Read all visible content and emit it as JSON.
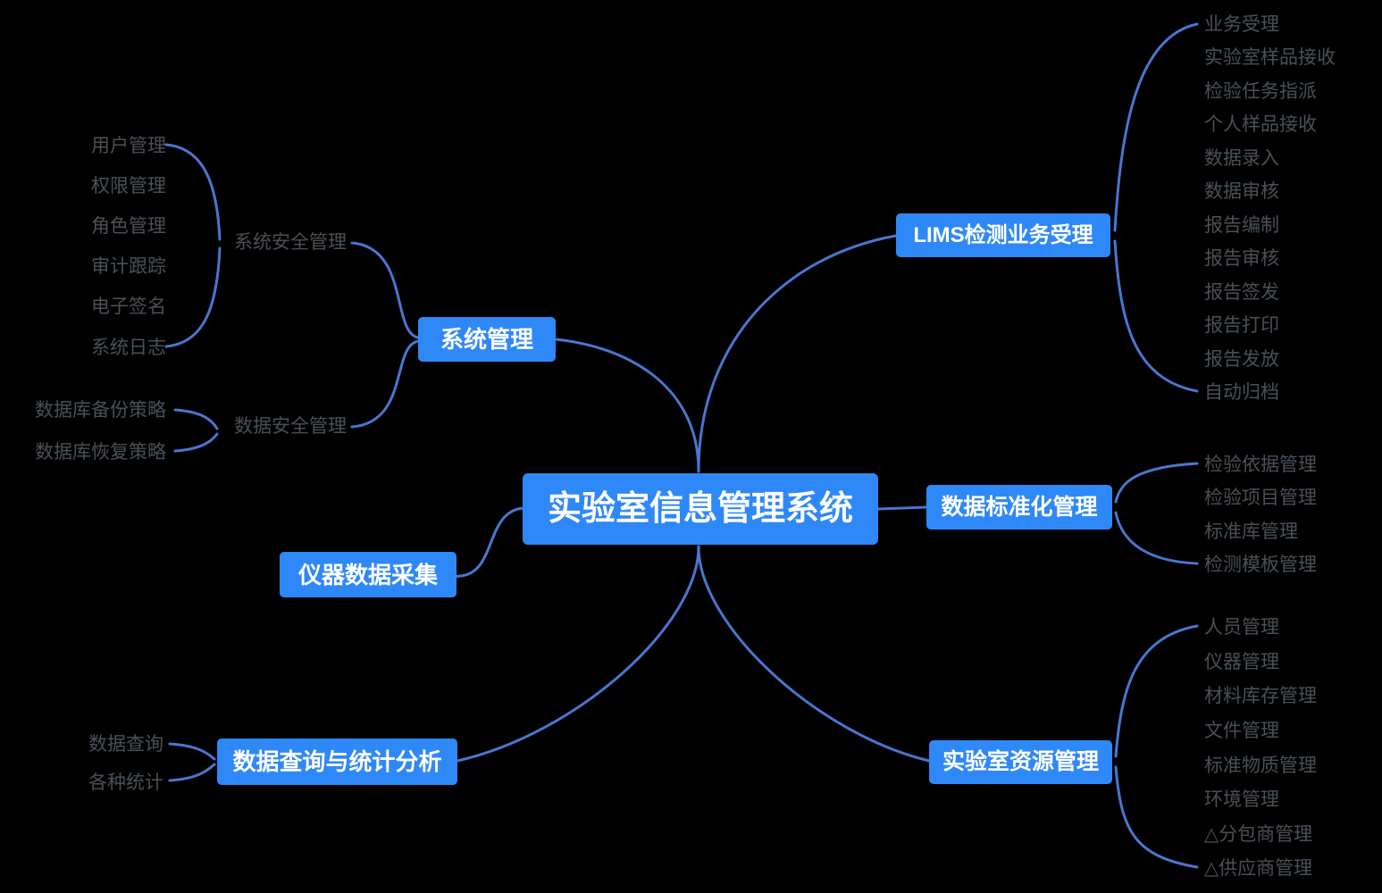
{
  "title": "实验室信息管理系统",
  "colors": {
    "node_bg": "#2f88f7",
    "node_text": "#ffffff",
    "line": "#4a76d0",
    "leaf_text": "#4a5058",
    "background": "#000000"
  },
  "center": {
    "label": "实验室信息管理系统"
  },
  "branches": [
    {
      "id": "system",
      "label": "系统管理",
      "children": [
        {
          "label": "系统安全管理",
          "children": [
            "用户管理",
            "权限管理",
            "角色管理",
            "审计跟踪",
            "电子签名",
            "系统日志"
          ]
        },
        {
          "label": "数据安全管理",
          "children": [
            "数据库备份策略",
            "数据库恢复策略"
          ]
        }
      ]
    },
    {
      "id": "lims",
      "label": "LIMS检测业务受理",
      "children": [
        "业务受理",
        "实验室样品接收",
        "检验任务指派",
        "个人样品接收",
        "数据录入",
        "数据审核",
        "报告编制",
        "报告审核",
        "报告签发",
        "报告打印",
        "报告发放",
        "自动归档"
      ]
    },
    {
      "id": "standard",
      "label": "数据标准化管理",
      "children": [
        "检验依据管理",
        "检验项目管理",
        "标准库管理",
        "检测模板管理"
      ]
    },
    {
      "id": "instrument",
      "label": "仪器数据采集",
      "children": []
    },
    {
      "id": "query",
      "label": "数据查询与统计分析",
      "children": [
        "数据查询",
        "各种统计"
      ]
    },
    {
      "id": "resource",
      "label": "实验室资源管理",
      "children": [
        "人员管理",
        "仪器管理",
        "材料库存管理",
        "文件管理",
        "标准物质管理",
        "环境管理",
        "△分包商管理",
        "△供应商管理"
      ]
    }
  ]
}
